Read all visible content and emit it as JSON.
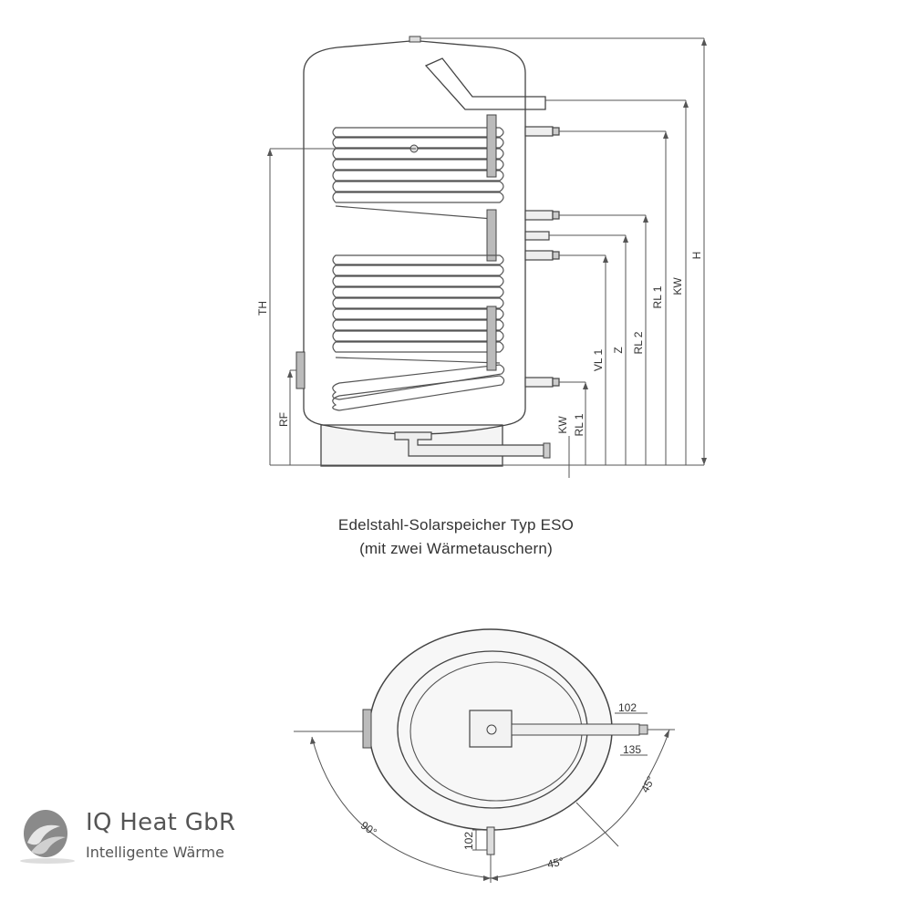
{
  "caption": {
    "line1": "Edelstahl-Solarspeicher Typ ESO",
    "line2": "(mit zwei Wärmetauschern)"
  },
  "side_view": {
    "labels": {
      "H": "H",
      "KW": "KW",
      "RL1": "RL 1",
      "RL2": "RL 2",
      "Z": "Z",
      "VL1": "VL 1",
      "TH": "TH",
      "RF": "RF",
      "KW_bottom": "KW",
      "RL1_bottom": "RL 1"
    }
  },
  "top_view": {
    "labels": {
      "d102_top": "102",
      "d135": "135",
      "d102_bottom": "102",
      "a90": "90°",
      "a45_bottom": "45°",
      "a45_right": "45°"
    }
  },
  "logo": {
    "name": "IQ Heat GbR",
    "tagline": "Intelligente Wärme",
    "icon": "swirl-logo-icon"
  },
  "colors": {
    "line": "#444444",
    "tank_fill": "#f7f7f7",
    "text": "#333333"
  }
}
